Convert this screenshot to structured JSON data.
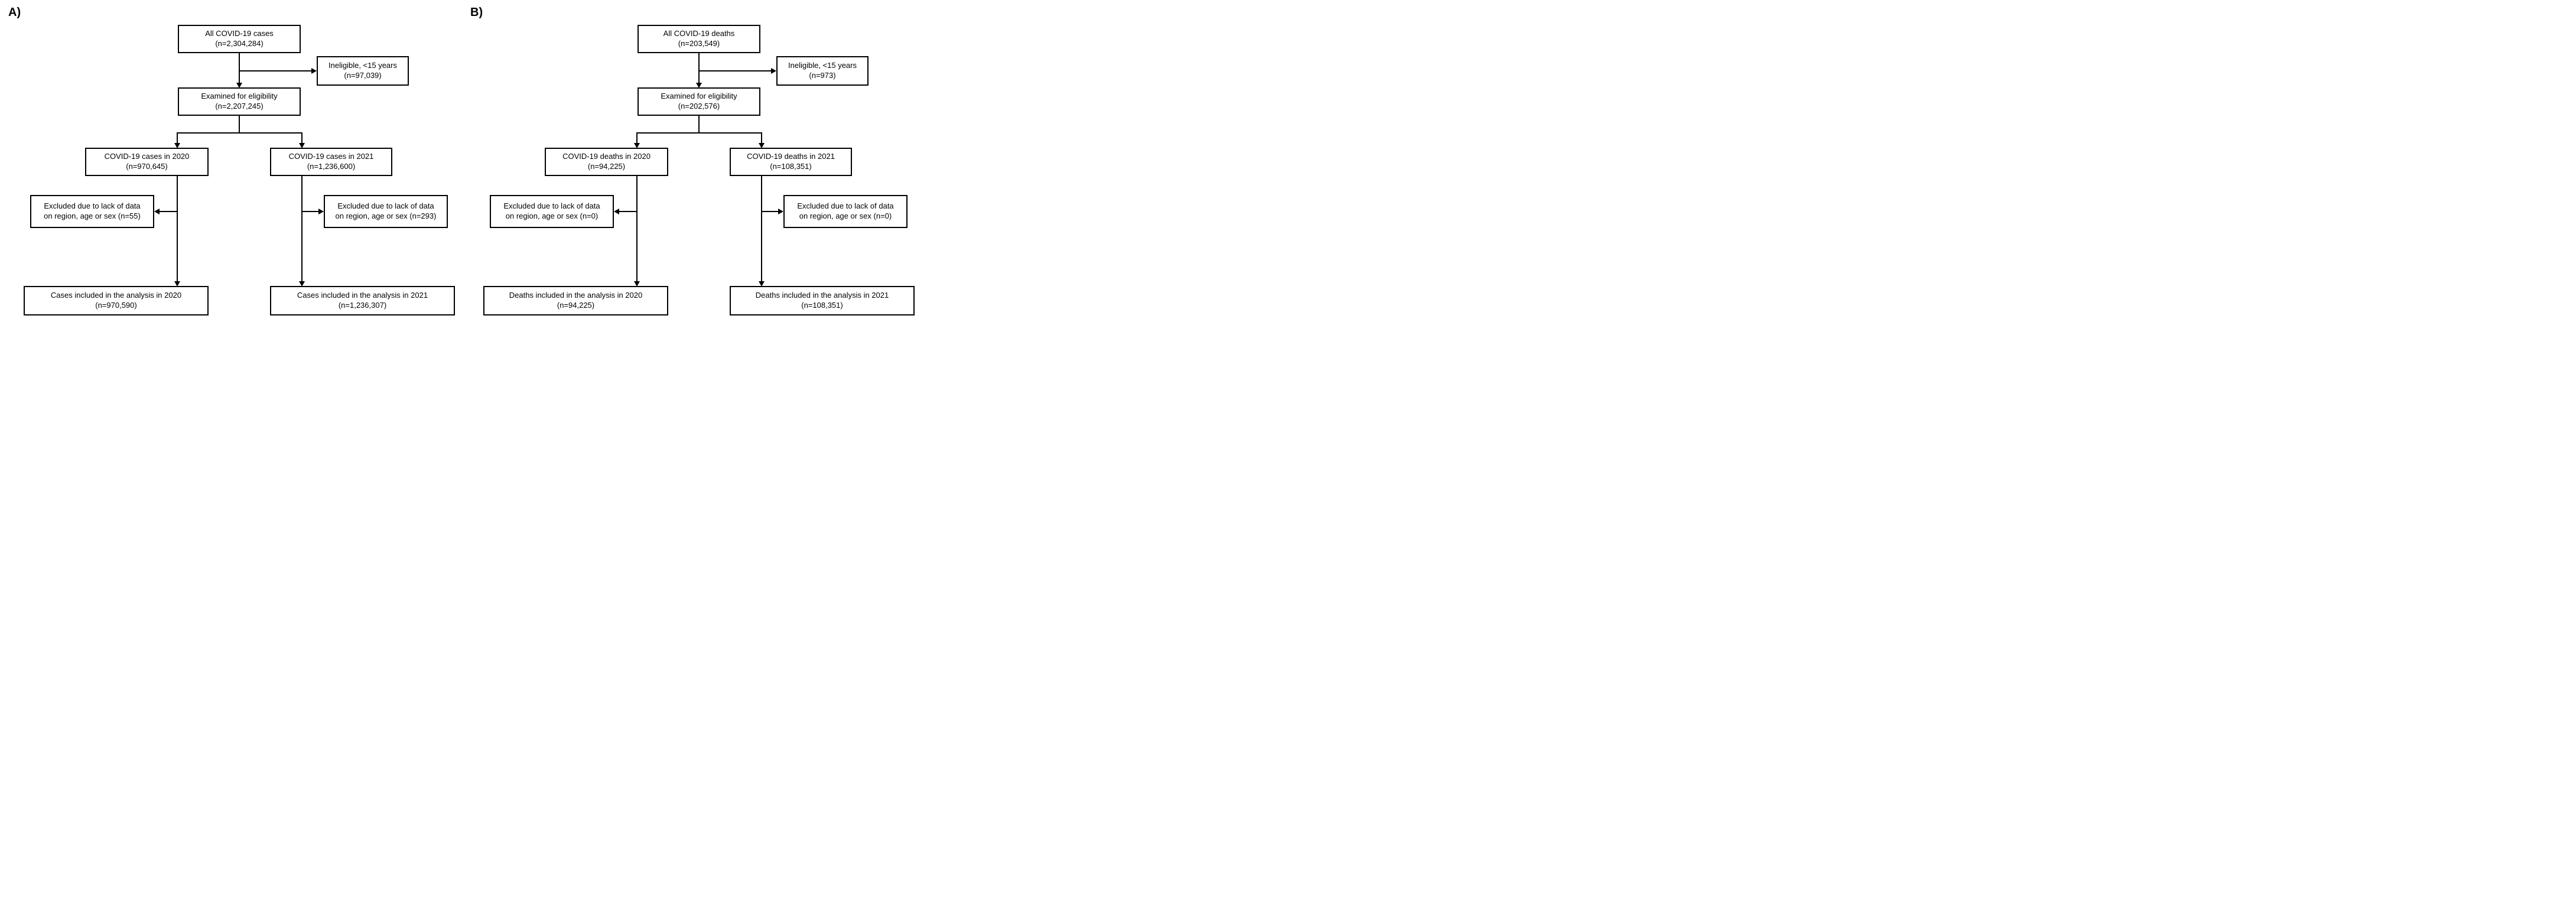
{
  "figure": {
    "type": "study-flow-diagram",
    "colors": {
      "box_border": "#000000",
      "background": "#ffffff",
      "text": "#000000"
    },
    "panels": [
      {
        "label": "A)",
        "boxes": {
          "all": {
            "line1": "All COVID-19 cases",
            "line2": "(n=2,304,284)"
          },
          "ineligible": {
            "line1": "Ineligible, <15 years",
            "line2": "(n=97,039)"
          },
          "examined": {
            "line1": "Examined for eligibility",
            "line2": "(n=2,207,245)"
          },
          "year2020": {
            "line1": "COVID-19 cases in 2020",
            "line2": "(n=970,645)"
          },
          "year2021": {
            "line1": "COVID-19 cases in 2021",
            "line2": "(n=1,236,600)"
          },
          "excluded2020": {
            "line1": "Excluded due to lack of data",
            "line2": "on region, age or sex (n=55)"
          },
          "excluded2021": {
            "line1": "Excluded due to lack of data",
            "line2": "on region, age or sex (n=293)"
          },
          "included2020": {
            "line1": "Cases included in the analysis in 2020",
            "line2": "(n=970,590)"
          },
          "included2021": {
            "line1": "Cases included in the analysis in 2021",
            "line2": "(n=1,236,307)"
          }
        }
      },
      {
        "label": "B)",
        "boxes": {
          "all": {
            "line1": "All COVID-19 deaths",
            "line2": "(n=203,549)"
          },
          "ineligible": {
            "line1": "Ineligible, <15 years",
            "line2": "(n=973)"
          },
          "examined": {
            "line1": "Examined for eligibility",
            "line2": "(n=202,576)"
          },
          "year2020": {
            "line1": "COVID-19 deaths in 2020",
            "line2": "(n=94,225)"
          },
          "year2021": {
            "line1": "COVID-19 deaths in 2021",
            "line2": "(n=108,351)"
          },
          "excluded2020": {
            "line1": "Excluded due to lack of data",
            "line2": "on region, age or sex (n=0)"
          },
          "excluded2021": {
            "line1": "Excluded due to lack of data",
            "line2": "on region, age or sex (n=0)"
          },
          "included2020": {
            "line1": "Deaths included in the analysis in 2020",
            "line2": "(n=94,225)"
          },
          "included2021": {
            "line1": "Deaths included in the analysis in 2021",
            "line2": "(n=108,351)"
          }
        }
      }
    ]
  }
}
